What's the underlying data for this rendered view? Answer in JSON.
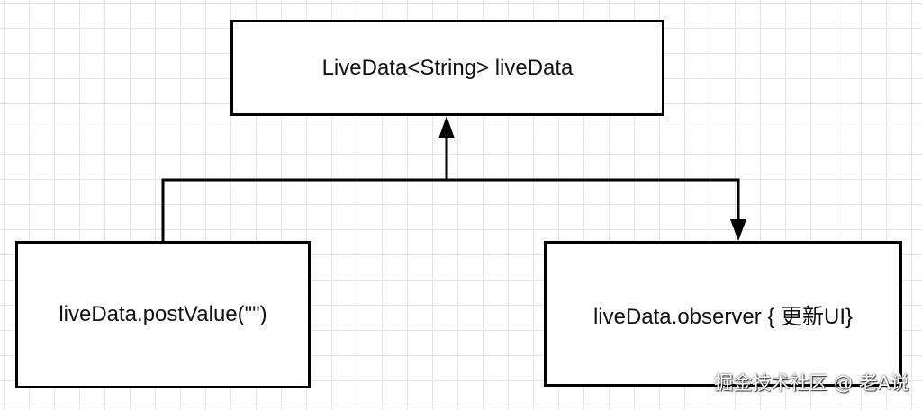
{
  "diagram": {
    "nodes": {
      "top": "LiveData<String> liveData",
      "left": "liveData.postValue(\"\")",
      "right": "liveData.observer { 更新UI}"
    },
    "edges": [
      {
        "from": "left",
        "to": "top",
        "arrow": "into-top"
      },
      {
        "from": "top",
        "to": "right",
        "arrow": "into-right"
      }
    ]
  },
  "watermark": "掘金技术社区 @ 老A说",
  "colors": {
    "line": "#000000",
    "grid": "#e4e4e4",
    "background": "#ffffff"
  }
}
